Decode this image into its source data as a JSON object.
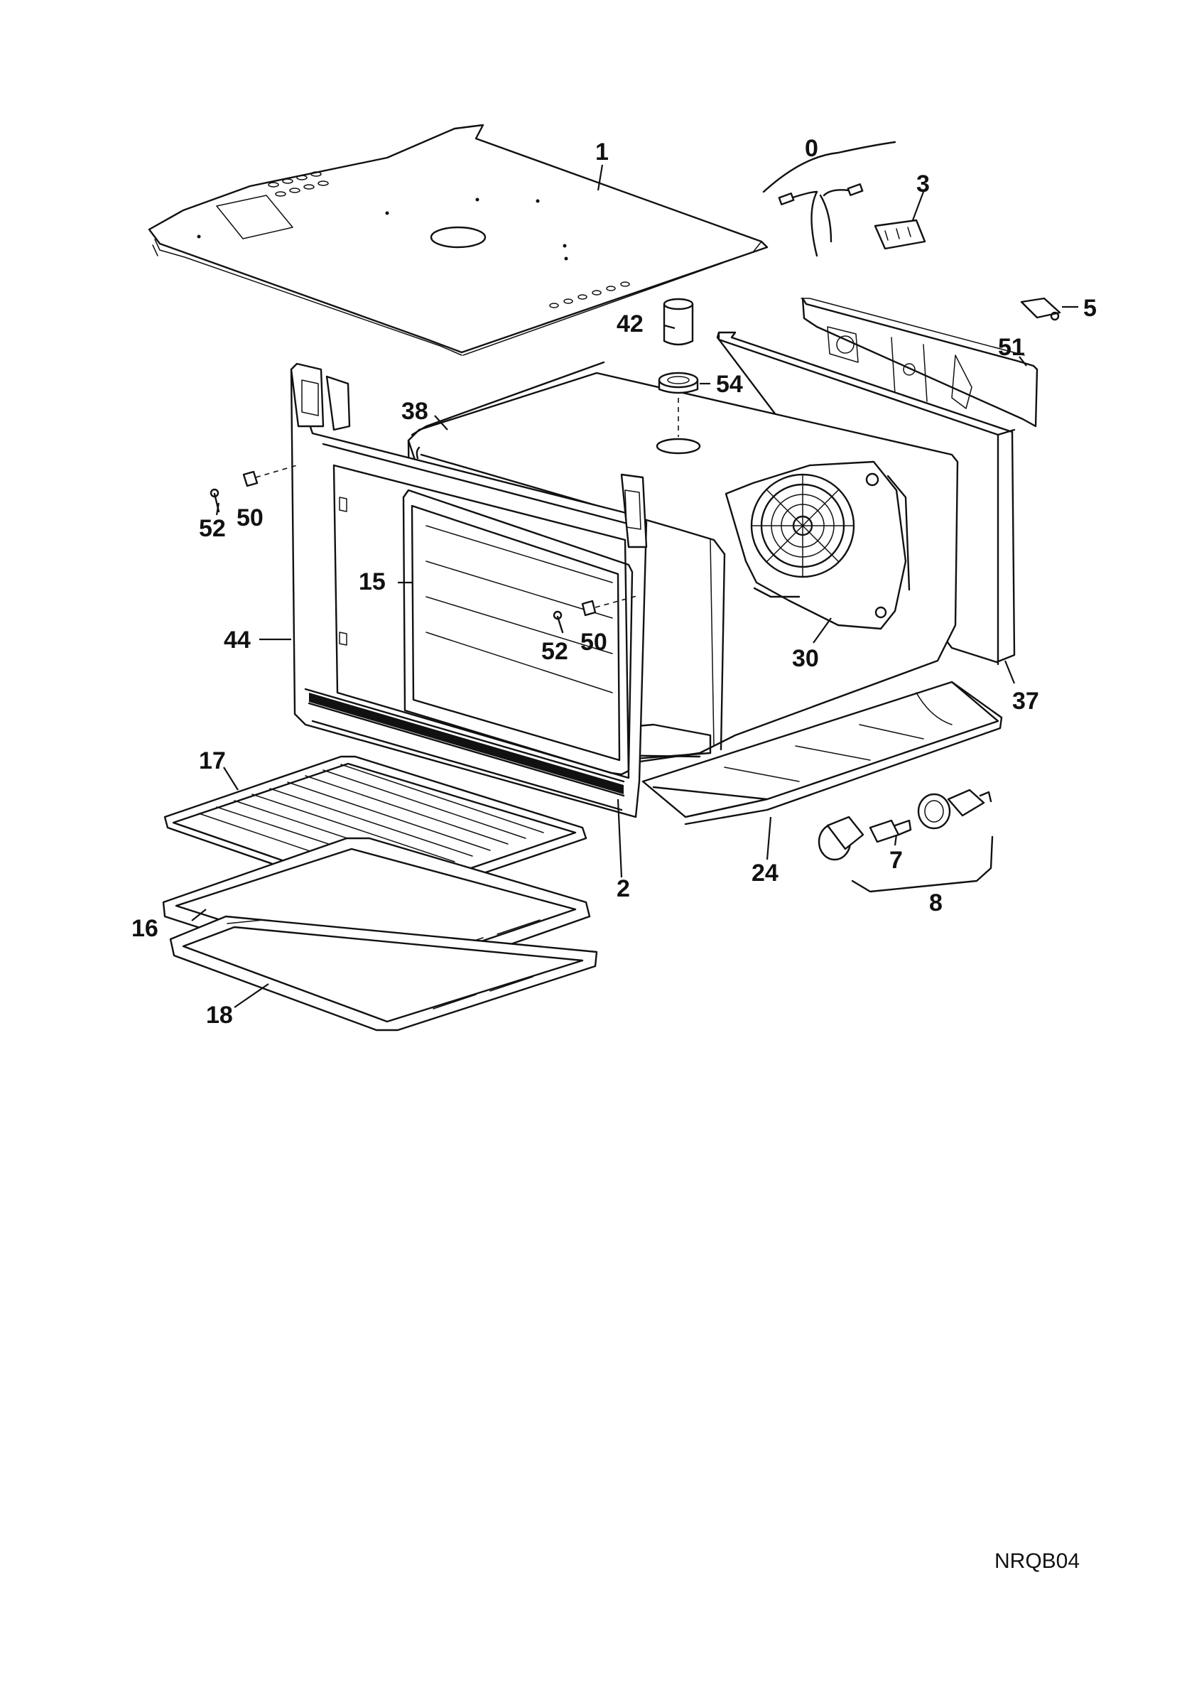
{
  "diagram": {
    "callouts": {
      "c0": "0",
      "c1": "1",
      "c2": "2",
      "c3": "3",
      "c5": "5",
      "c7": "7",
      "c8": "8",
      "c15": "15",
      "c16": "16",
      "c17": "17",
      "c18": "18",
      "c24": "24",
      "c30": "30",
      "c37": "37",
      "c38": "38",
      "c42": "42",
      "c44": "44",
      "c50a": "50",
      "c50b": "50",
      "c51": "51",
      "c52a": "52",
      "c52b": "52",
      "c54": "54"
    },
    "drawing_code": "NRQB04"
  }
}
